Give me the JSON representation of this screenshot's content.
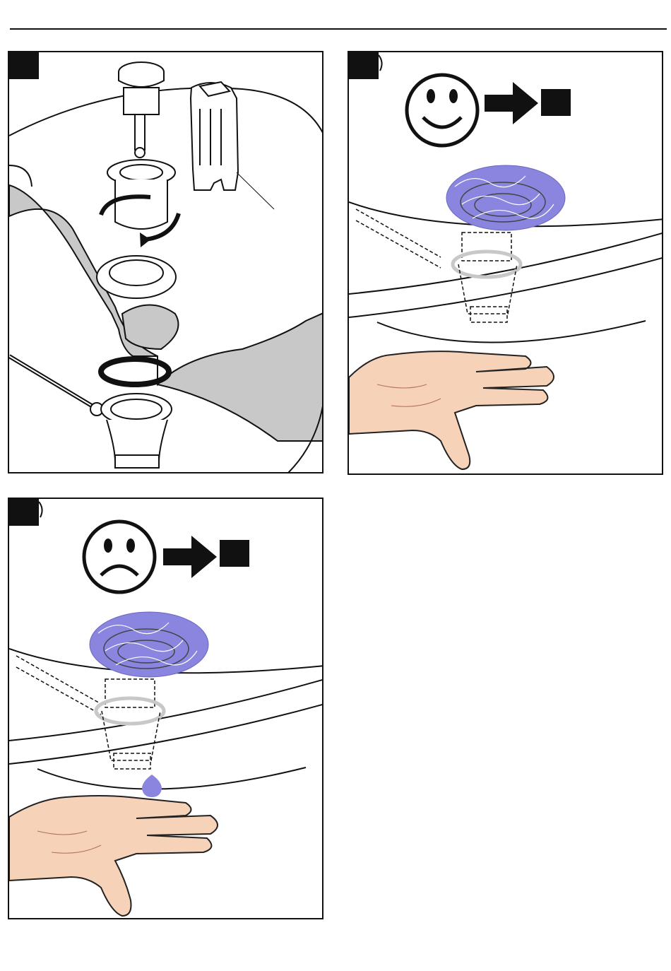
{
  "colors": {
    "ink": "#111111",
    "gray_fill": "#c8c8c8",
    "water": "#8a86e0",
    "skin": "#f6d2b8",
    "skin_line": "#222222"
  },
  "panels": [
    {
      "name": "panel-disassembly",
      "icons": [
        "stopper-icon",
        "drain-body-icon",
        "flange-icon",
        "gasket-icon",
        "tool-icon",
        "basin-icon"
      ]
    },
    {
      "name": "panel-test-ok",
      "icons": [
        "smiley-happy-icon",
        "arrow-right-icon",
        "next-step-box-icon",
        "water-icon",
        "hand-icon"
      ]
    },
    {
      "name": "panel-test-leak",
      "icons": [
        "smiley-sad-icon",
        "arrow-right-icon",
        "next-step-box-icon",
        "water-icon",
        "drip-icon",
        "hand-icon"
      ]
    }
  ]
}
